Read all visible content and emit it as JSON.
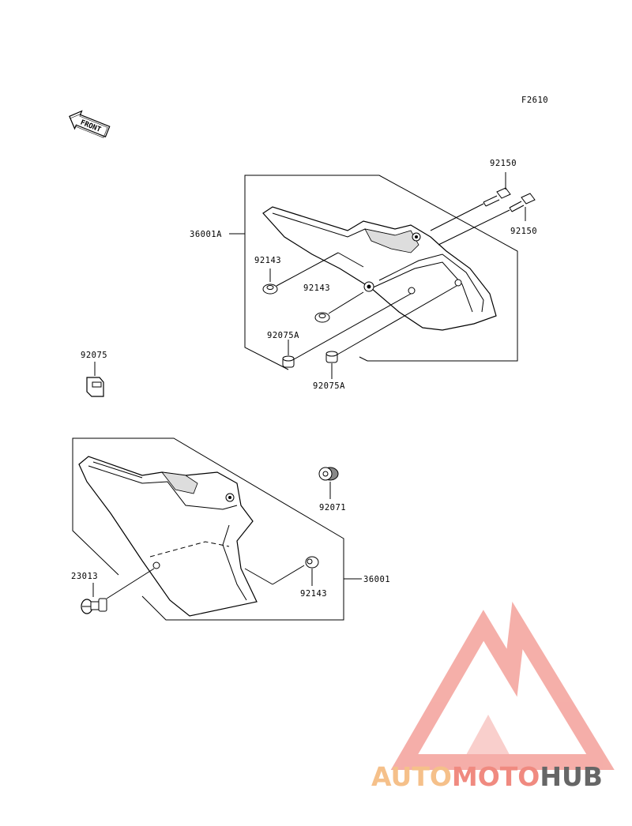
{
  "diagram": {
    "ref_code": "F2610",
    "front_arrow_text": "FRONT",
    "labels": {
      "p92150_top": "92150",
      "p92150_right": "92150",
      "p36001A": "36001A",
      "p92143_a": "92143",
      "p92143_b": "92143",
      "p92075A_left": "92075A",
      "p92075A_bottom": "92075A",
      "p92075": "92075",
      "p92071": "92071",
      "p23013": "23013",
      "p36001": "36001",
      "p92143_c": "92143"
    }
  },
  "watermark": {
    "part1": "AUTO",
    "part2": "MOTO",
    "part3": "HUB",
    "color_auto": "#f5c08a",
    "color_moto": "#f08a80",
    "color_hub": "#666666",
    "logo_color": "#f4a6a0"
  }
}
